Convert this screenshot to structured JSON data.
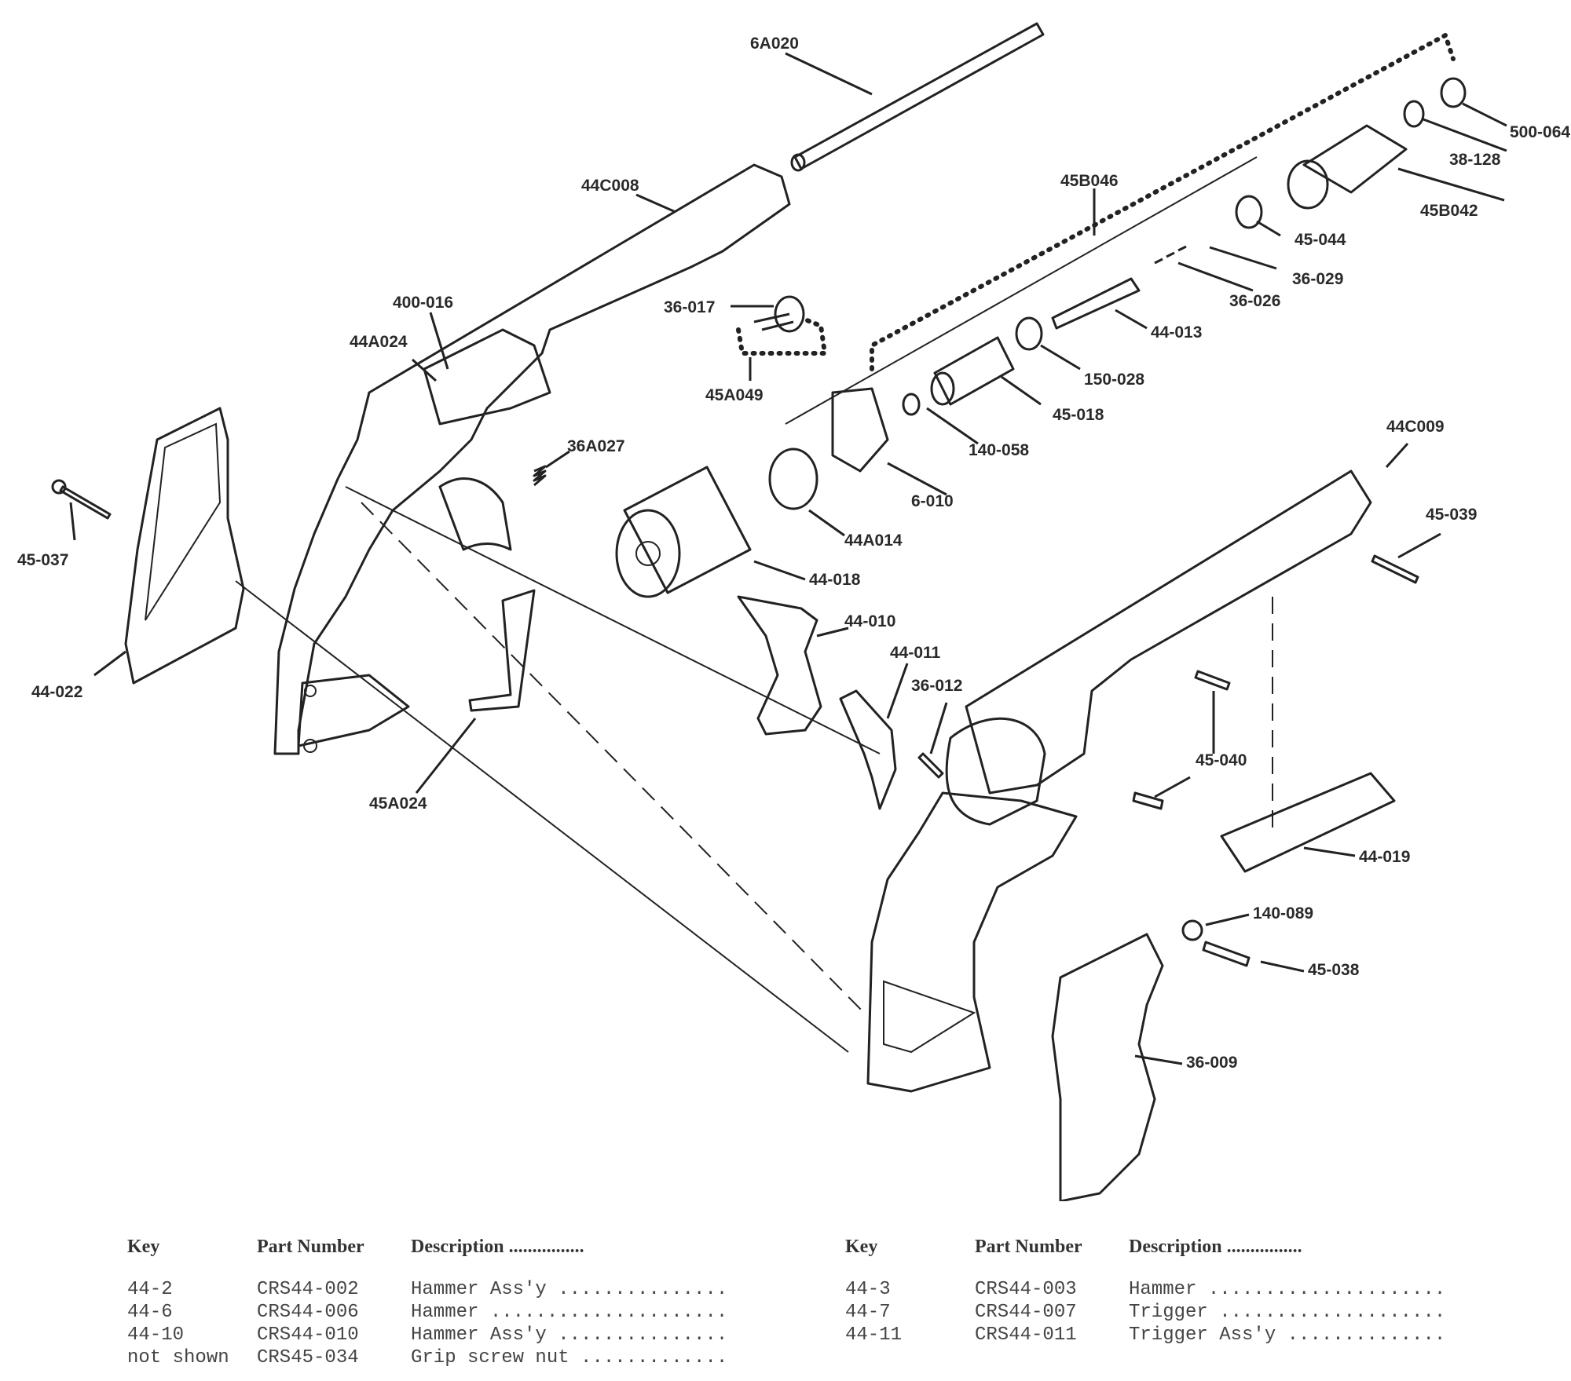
{
  "diagram": {
    "labels": [
      {
        "id": "6a020",
        "text": "6A020"
      },
      {
        "id": "500-064",
        "text": "500-064"
      },
      {
        "id": "38-128",
        "text": "38-128"
      },
      {
        "id": "45b042",
        "text": "45B042"
      },
      {
        "id": "45b046",
        "text": "45B046"
      },
      {
        "id": "44c008",
        "text": "44C008"
      },
      {
        "id": "45-044",
        "text": "45-044"
      },
      {
        "id": "36-029",
        "text": "36-029"
      },
      {
        "id": "36-026",
        "text": "36-026"
      },
      {
        "id": "36-017",
        "text": "36-017"
      },
      {
        "id": "400-016",
        "text": "400-016"
      },
      {
        "id": "44-013",
        "text": "44-013"
      },
      {
        "id": "44a024",
        "text": "44A024"
      },
      {
        "id": "45a049",
        "text": "45A049"
      },
      {
        "id": "150-028",
        "text": "150-028"
      },
      {
        "id": "45-018",
        "text": "45-018"
      },
      {
        "id": "36a027",
        "text": "36A027"
      },
      {
        "id": "140-058",
        "text": "140-058"
      },
      {
        "id": "44c009",
        "text": "44C009"
      },
      {
        "id": "6-010",
        "text": "6-010"
      },
      {
        "id": "45-039",
        "text": "45-039"
      },
      {
        "id": "45-037",
        "text": "45-037"
      },
      {
        "id": "44a014",
        "text": "44A014"
      },
      {
        "id": "44-018",
        "text": "44-018"
      },
      {
        "id": "44-010",
        "text": "44-010"
      },
      {
        "id": "44-011",
        "text": "44-011"
      },
      {
        "id": "36-012",
        "text": "36-012"
      },
      {
        "id": "44-022",
        "text": "44-022"
      },
      {
        "id": "45-040",
        "text": "45-040"
      },
      {
        "id": "45a024",
        "text": "45A024"
      },
      {
        "id": "44-019",
        "text": "44-019"
      },
      {
        "id": "140-089",
        "text": "140-089"
      },
      {
        "id": "45-038",
        "text": "45-038"
      },
      {
        "id": "36-009",
        "text": "36-009"
      }
    ]
  },
  "parts_table": {
    "headers": {
      "key": "Key",
      "part_number": "Part Number",
      "description": "Description ................"
    },
    "left_rows": [
      {
        "key": "44-2",
        "part_number": "CRS44-002",
        "description": "Hammer Ass'y ..............."
      },
      {
        "key": "44-6",
        "part_number": "CRS44-006",
        "description": "Hammer ....................."
      },
      {
        "key": "44-10",
        "part_number": "CRS44-010",
        "description": "Hammer Ass'y ..............."
      },
      {
        "key": "not shown",
        "part_number": "CRS45-034",
        "description": "Grip screw nut ............."
      }
    ],
    "right_rows": [
      {
        "key": "44-3",
        "part_number": "CRS44-003",
        "description": "Hammer ....................."
      },
      {
        "key": "44-7",
        "part_number": "CRS44-007",
        "description": "Trigger ...................."
      },
      {
        "key": "44-11",
        "part_number": "CRS44-011",
        "description": "Trigger Ass'y .............."
      }
    ]
  }
}
